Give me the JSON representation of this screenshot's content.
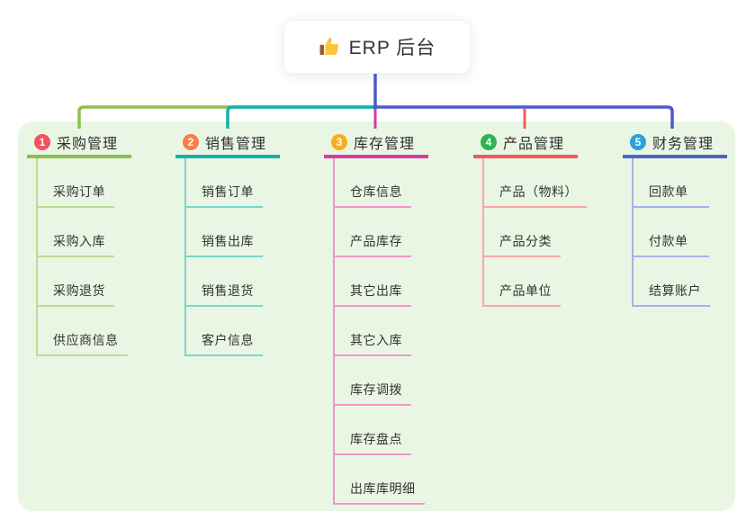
{
  "root": {
    "title": "ERP 后台",
    "icon": "thumbs-up-icon",
    "color": "#4b5cc9"
  },
  "canvas": {
    "background": "#ffffff",
    "panel_background": "#eaf6e4"
  },
  "branches": [
    {
      "num": "1",
      "label": "采购管理",
      "badge_color": "#f4515f",
      "line_color": "#8cc04e",
      "light_color": "#b9dd96",
      "children": [
        "采购订单",
        "采购入库",
        "采购退货",
        "供应商信息"
      ]
    },
    {
      "num": "2",
      "label": "销售管理",
      "badge_color": "#fb7d49",
      "line_color": "#12b3ab",
      "light_color": "#7cd3ce",
      "children": [
        "销售订单",
        "销售出库",
        "销售退货",
        "客户信息"
      ]
    },
    {
      "num": "3",
      "label": "库存管理",
      "badge_color": "#fbab1e",
      "line_color": "#d93a9e",
      "light_color": "#f295c7",
      "children": [
        "仓库信息",
        "产品库存",
        "其它出库",
        "其它入库",
        "库存调拨",
        "库存盘点",
        "出库库明细"
      ]
    },
    {
      "num": "4",
      "label": "产品管理",
      "badge_color": "#2db44d",
      "line_color": "#f9595b",
      "light_color": "#f9a7a4",
      "children": [
        "产品（物料）",
        "产品分类",
        "产品单位"
      ]
    },
    {
      "num": "5",
      "label": "财务管理",
      "badge_color": "#2ca1dc",
      "line_color": "#4b66cb",
      "light_color": "#a3b3e6",
      "children": [
        "回款单",
        "付款单",
        "结算账户"
      ]
    }
  ]
}
